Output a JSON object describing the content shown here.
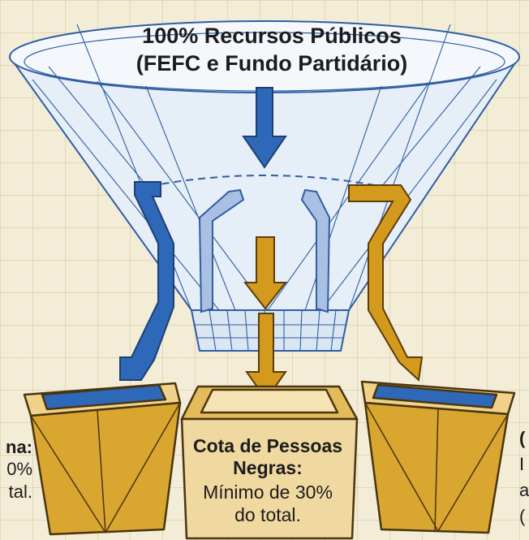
{
  "funnel": {
    "title_line1": "100% Recursos Públicos",
    "title_line2": "(FEFC e Fundo Partidário)"
  },
  "center_box": {
    "line1": "Cota de Pessoas",
    "line2": "Negras:",
    "line3": "Mínimo de 30%",
    "line4": "do total."
  },
  "left_box_partial": {
    "line1": "na:",
    "line2": "0%",
    "line3": "tal."
  },
  "right_box_partial": {
    "line1": "(",
    "line2": "I",
    "line3": "a",
    "line4": "("
  },
  "colors": {
    "background": "#f3ecd6",
    "funnel_outline": "#2f5ea3",
    "funnel_fill": "#e6eef7",
    "blue_arrow": "#2d69b8",
    "gold_arrow": "#d39a1e",
    "box_gold": "#d9a630",
    "box_edge": "#4a3510"
  }
}
